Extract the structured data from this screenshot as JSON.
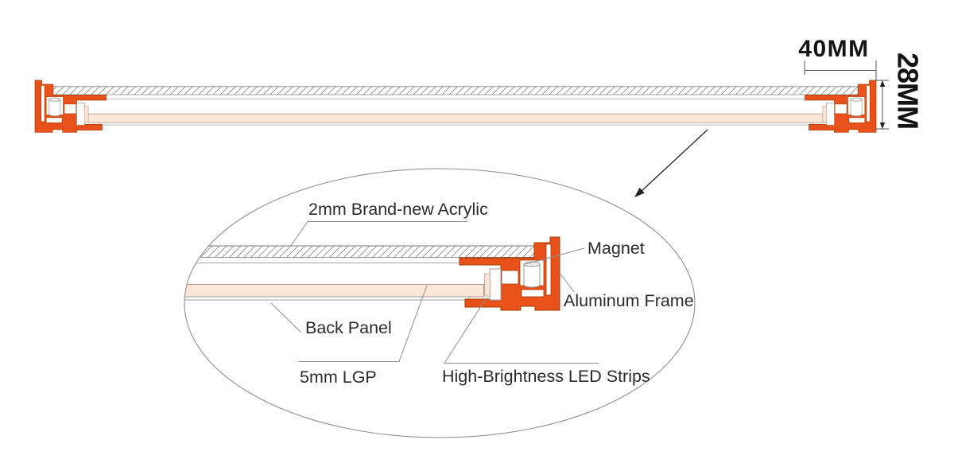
{
  "diagram": {
    "labels": {
      "acrylic": "2mm Brand-new Acrylic",
      "magnet": "Magnet",
      "aluminum_frame": "Aluminum Frame",
      "back_panel": "Back Panel",
      "lgp": "5mm LGP",
      "led_strips": "High-Brightness LED Strips"
    },
    "dimensions": {
      "width": "40MM",
      "depth": "28MM"
    },
    "colors": {
      "frame_orange": "#E8521A",
      "frame_outline": "#A63A00",
      "panel_cream": "#FAE5D6",
      "line_gray": "#8F8F8F",
      "text_dark": "#222222"
    }
  }
}
